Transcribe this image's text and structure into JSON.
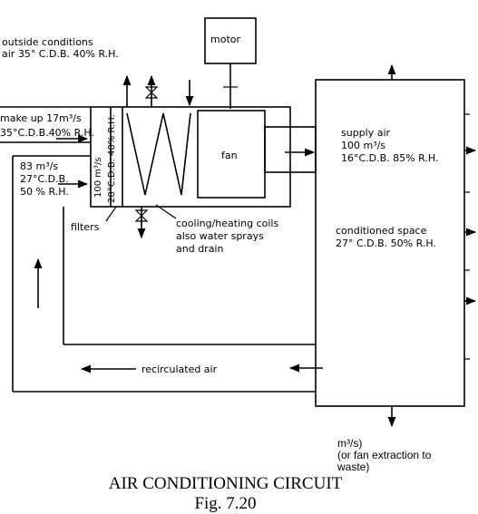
{
  "labels": {
    "outside_line1": "outside conditions",
    "outside_line2": "air 35° C.D.B. 40% R.H.",
    "motor": "motor",
    "makeup_line1": "make up 17m³/s",
    "makeup_line2": "35°C.D.B.40% R.H.",
    "recirc_in_line1": "83 m³/s",
    "recirc_in_line2": "27°C.D.B.",
    "recirc_in_line3": "50 % R.H.",
    "mixed_line1": "100 m³/s",
    "mixed_line2": "28°C.D.B. 48% R.H.",
    "fan": "fan",
    "supply_line1": "supply air",
    "supply_line2": "100 m³/s",
    "supply_line3": "16°C.D.B. 85% R.H.",
    "filters": "filters",
    "coils_line1": "cooling/heating coils",
    "coils_line2": "also water sprays",
    "coils_line3": "and drain",
    "space_line1": "conditioned space",
    "space_line2": "27° C.D.B. 50% R.H.",
    "recirculated": "recirculated air"
  },
  "footer": {
    "extract_line1": "m³/s)",
    "extract_line2": "(or fan extraction to",
    "extract_line3": "waste)",
    "caption_title": "AIR CONDITIONING CIRCUIT",
    "caption_fig": "Fig. 7.20"
  }
}
